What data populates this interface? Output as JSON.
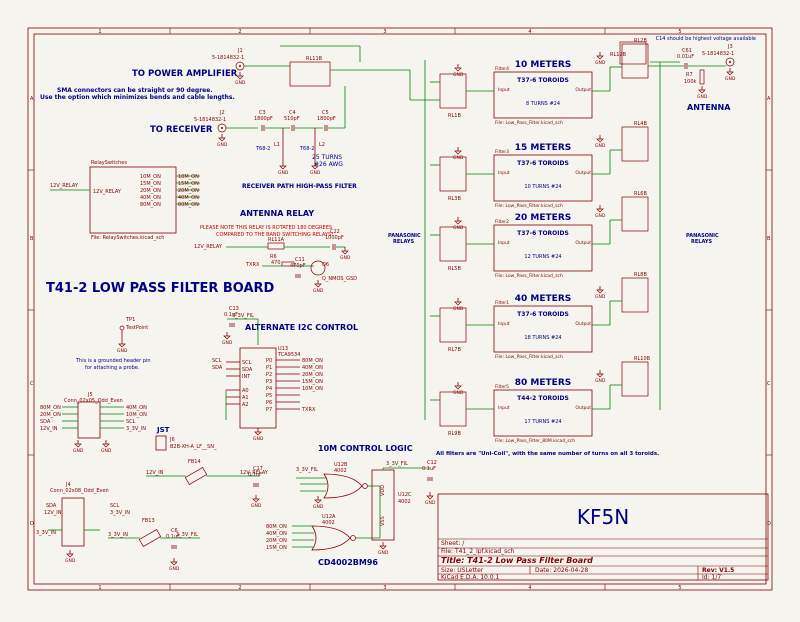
{
  "colors": {
    "frame": "#840000",
    "wire": "#008400",
    "text": "#840000",
    "blue": "#000084",
    "comp": "#840000",
    "red": "#c80000",
    "bg": "#f5f4ef"
  },
  "border": {
    "cols": [
      "1",
      "2",
      "3",
      "4",
      "5"
    ],
    "rows": [
      "A",
      "B",
      "C",
      "D"
    ]
  },
  "title_block": {
    "company": "KF5N",
    "sheet": "Sheet: /",
    "file": "File: T41_2_lpf.kicad_sch",
    "title": "Title: T41-2 Low Pass Filter Board",
    "size": "Size: USLetter",
    "date": "Date: 2026-04-28",
    "rev": "Rev: V1.5",
    "tool": "KiCad E.D.A. 10.0.1",
    "id": "Id: 1/7"
  },
  "notes": {
    "c14": "C14 should be highest voltage available",
    "to_pa": "TO POWER AMPLIFIER",
    "sma1": "SMA connectors can be straight or 90 degree.",
    "sma2": "Use the option which minimizes bends and cable lengths.",
    "to_rx": "TO RECEIVER",
    "antenna": "ANTENNA",
    "rx_hpf": "RECEIVER PATH HIGH-PASS FILTER",
    "t68_turns": "25 TURNS",
    "t68_awg": "#26 AWG",
    "ant_relay": "ANTENNA RELAY",
    "rot1": "PLEASE NOTE THIS RELAY IS ROTATED 180 DEGREES",
    "rot2": "COMPARED TO THE BAND SWITCHING RELAYS!",
    "board": "T41-2  LOW PASS FILTER BOARD",
    "i2c": "ALTERNATE I2C CONTROL",
    "tp_note1": "This is a grounded header pin",
    "tp_note2": "for attaching a probe.",
    "jst": "JST",
    "ctrl": "10M CONTROL LOGIC",
    "cd4002": "CD4002BM96",
    "panasonic_l": "PANASONIC",
    "relays_l": "RELAYS",
    "panasonic_r": "PANASONIC",
    "relays_r": "RELAYS",
    "unicoil": "All filters are \"Uni-Coil\", with the same number of turns on all 3 toroids."
  },
  "filters": [
    {
      "sheet": "Filter4",
      "band": "10 METERS",
      "toroid": "T37-6 TOROIDS",
      "turns": "8 TURNS #24",
      "file": "File: Low_Pass_Filter.kicad_sch",
      "relay_in": "RL1B",
      "relay_out": "RL2B"
    },
    {
      "sheet": "Filter3",
      "band": "15 METERS",
      "toroid": "T37-6 TOROIDS",
      "turns": "10 TURNS #24",
      "file": "File: Low_Pass_Filter.kicad_sch",
      "relay_in": "RL3B",
      "relay_out": "RL4B"
    },
    {
      "sheet": "Filter2",
      "band": "20 METERS",
      "toroid": "T37-6 TOROIDS",
      "turns": "12 TURNS #24",
      "file": "File: Low_Pass_Filter.kicad_sch",
      "relay_in": "RL5B",
      "relay_out": "RL6B"
    },
    {
      "sheet": "Filter1",
      "band": "40 METERS",
      "toroid": "T37-6 TOROIDS",
      "turns": "18 TURNS #24",
      "file": "File: Low_Pass_Filter.kicad_sch",
      "relay_in": "RL7B",
      "relay_out": "RL8B"
    },
    {
      "sheet": "Filter5",
      "band": "80 METERS",
      "toroid": "T44-2 TOROIDS",
      "turns": "17 TURNS #24",
      "file": "File: Low_Pass_Filter_80M.kicad_sch",
      "relay_in": "RL9B",
      "relay_out": "RL10B"
    }
  ],
  "filter_ports": {
    "in": "Input",
    "out": "Output"
  },
  "relay_switches": {
    "title": "RelaySwitches",
    "file": "File: RelaySwitches.kicad_sch",
    "in": "12V_RELAY",
    "outs": [
      "10M_ON",
      "15M_ON",
      "20M_ON",
      "40M_ON",
      "80M_ON"
    ],
    "net": "12V_RELAY"
  },
  "parts": {
    "J1": "J1",
    "J1v": "5-1814832-1",
    "J2": "J2",
    "J2v": "5-1814832-1",
    "J3": "J3",
    "J3v": "5-1814832-1",
    "RL11B": "RL11B",
    "C3": "C3",
    "C3v": "1800pF",
    "C4": "C4",
    "C4v": "510pF",
    "C5": "C5",
    "C5v": "1800pF",
    "L1": "L1",
    "L2": "L2",
    "T68a": "T68-2",
    "T68b": "T68-2",
    "C61": "C61",
    "C61v": "0.01uF",
    "R7": "R7",
    "R7v": "100k",
    "RL12B": "RL12B",
    "RL11A": "RL11A",
    "R6": "R6",
    "R6v": "470",
    "C11": "C11",
    "C11v": "470pF",
    "C22": "C22",
    "C22v": "1000pF",
    "Q6": "Q6",
    "Q6v": "Q_NMOS_GSD",
    "TXRX": "TXRX",
    "R12V": "12V_RELAY",
    "TP1": "TP1",
    "TP1v": "TestPoint",
    "C13": "C13",
    "C13v": "0.1uF",
    "V33": "3_3V_FIL",
    "U13": "U13",
    "U13v": "TCA9534",
    "U13l": [
      "SCL",
      "SDA",
      "INT",
      "",
      "A0",
      "A1",
      "A2"
    ],
    "U13r": [
      "P0",
      "P1",
      "P2",
      "P3",
      "P4",
      "P5",
      "P6",
      "P7"
    ],
    "U13rn": [
      "80M_ON",
      "40M_ON",
      "20M_ON",
      "15M_ON",
      "10M_ON",
      "",
      "",
      "TXRX"
    ],
    "U13ln": [
      "SCL",
      "SDA",
      "",
      "",
      "",
      "",
      ""
    ],
    "J5": "J5",
    "J5v": "Conn_02x05_Odd_Even",
    "J5l": [
      "80M_ON",
      "20M_ON",
      "SDA",
      "12V_IN"
    ],
    "J5r": [
      "40M_ON",
      "10M_ON",
      "SCL",
      "3_3V_IN"
    ],
    "J6": "J6",
    "J6v": "B2B-XH-A_LF__SN_",
    "J4": "J4",
    "J4v": "Conn_02x08_Odd_Even",
    "J4l": [
      "SDA",
      "12V_IN"
    ],
    "J4r": [
      "SCL",
      "3_3V_IN"
    ],
    "J4n": "3_3V_IN",
    "FB14": "FB14",
    "FB13": "FB13",
    "C17": "C17",
    "C17v": "0.1uF",
    "C6": "C6",
    "C6v": "0.1uF",
    "n12": "12V_IN",
    "n12r": "12V_RELAY",
    "n33": "3_3V_IN",
    "n33f": "3_3V_FIL",
    "U12B": "U12B",
    "U12Bv": "4002",
    "U12A": "U12A",
    "U12Av": "4002",
    "U12C": "U12C",
    "U12Cv": "4002",
    "C12": "C12",
    "C12v": "0.1uF",
    "u12ain": [
      "80M_ON",
      "40M_ON",
      "20M_ON",
      "15M_ON"
    ],
    "vdd": "VDD",
    "vss": "VSS",
    "gnd": "GND"
  }
}
